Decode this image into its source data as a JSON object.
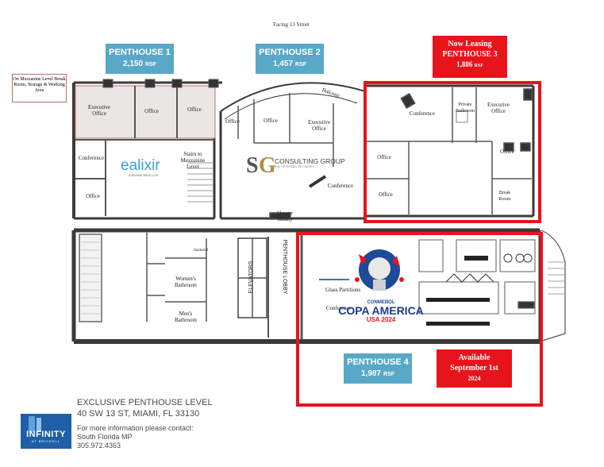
{
  "street_label": "Facing 13 Street",
  "mezzanine_note": "On Mezzanine Level Break Room, Storage & Working Area",
  "penthouses": [
    {
      "name": "PENTHOUSE 1",
      "size": "2,150",
      "unit": "RSF"
    },
    {
      "name": "PENTHOUSE 2",
      "size": "1,457",
      "unit": "RSF"
    },
    {
      "name": "PENTHOUSE 3",
      "size": "1,886",
      "unit": "RSF",
      "status": "Now Leasing"
    },
    {
      "name": "PENTHOUSE 4",
      "size": "1,987",
      "unit": "RSF"
    }
  ],
  "available_badge": {
    "line1": "Available",
    "line2": "September 1st",
    "line3": "2024"
  },
  "rooms": {
    "ph1_exec_office": "Executive Office",
    "ph1_office_a": "Office",
    "ph1_office_b": "Office",
    "ph1_conference": "Conference",
    "ph1_office_c": "Office",
    "stairs": "Stairs to Mezzanine Level",
    "ph2_office_a": "Office",
    "ph2_office_b": "Office",
    "ph2_exec_office": "Executive Office",
    "balcony": "Balcony",
    "ph2_conference": "Conference",
    "elevator_identity": "Elevator Identity",
    "ph3_conference": "Conference",
    "ph3_private_bath": "Private Bathroom",
    "ph3_exec_office": "Executive Office",
    "ph3_office_a": "Office",
    "ph3_office_b": "Office",
    "ph3_office_c": "Office",
    "ph3_break_room": "Break Room",
    "womens_bath": "Women's Bathroom",
    "mens_bath": "Men's Bathroom",
    "janitorial": "Janitorial",
    "elevators": "ELEVATORS",
    "lobby": "PENTHOUSE LOBBY",
    "glass_partitions": "Glass Partitions",
    "ph4_conference": "Conference"
  },
  "tenant_logos": {
    "elixir": {
      "name": "ealixir",
      "tagline": "A BRAND NEW LIFE"
    },
    "sg": {
      "initials": "SG",
      "name": "CONSULTING GROUP",
      "tagline": "hay en tiempo de cambio"
    },
    "copa": {
      "small": "CONMEBOL",
      "name": "COPA AMERICA",
      "sub": "USA 2024"
    }
  },
  "footer": {
    "line1": "EXCLUSIVE PENTHOUSE LEVEL",
    "line2": "40 SW 13 ST, MIAMI, FL 33130",
    "line3": "For more information please contact:",
    "line4": "South Florida MP",
    "line5": "305.972.4363",
    "logo_word": "INFINITY",
    "logo_sub": "AT BRICKELL"
  },
  "colors": {
    "accent_blue": "#59a8c8",
    "highlight_red": "#e8141b",
    "wall": "#3a3a3a"
  }
}
